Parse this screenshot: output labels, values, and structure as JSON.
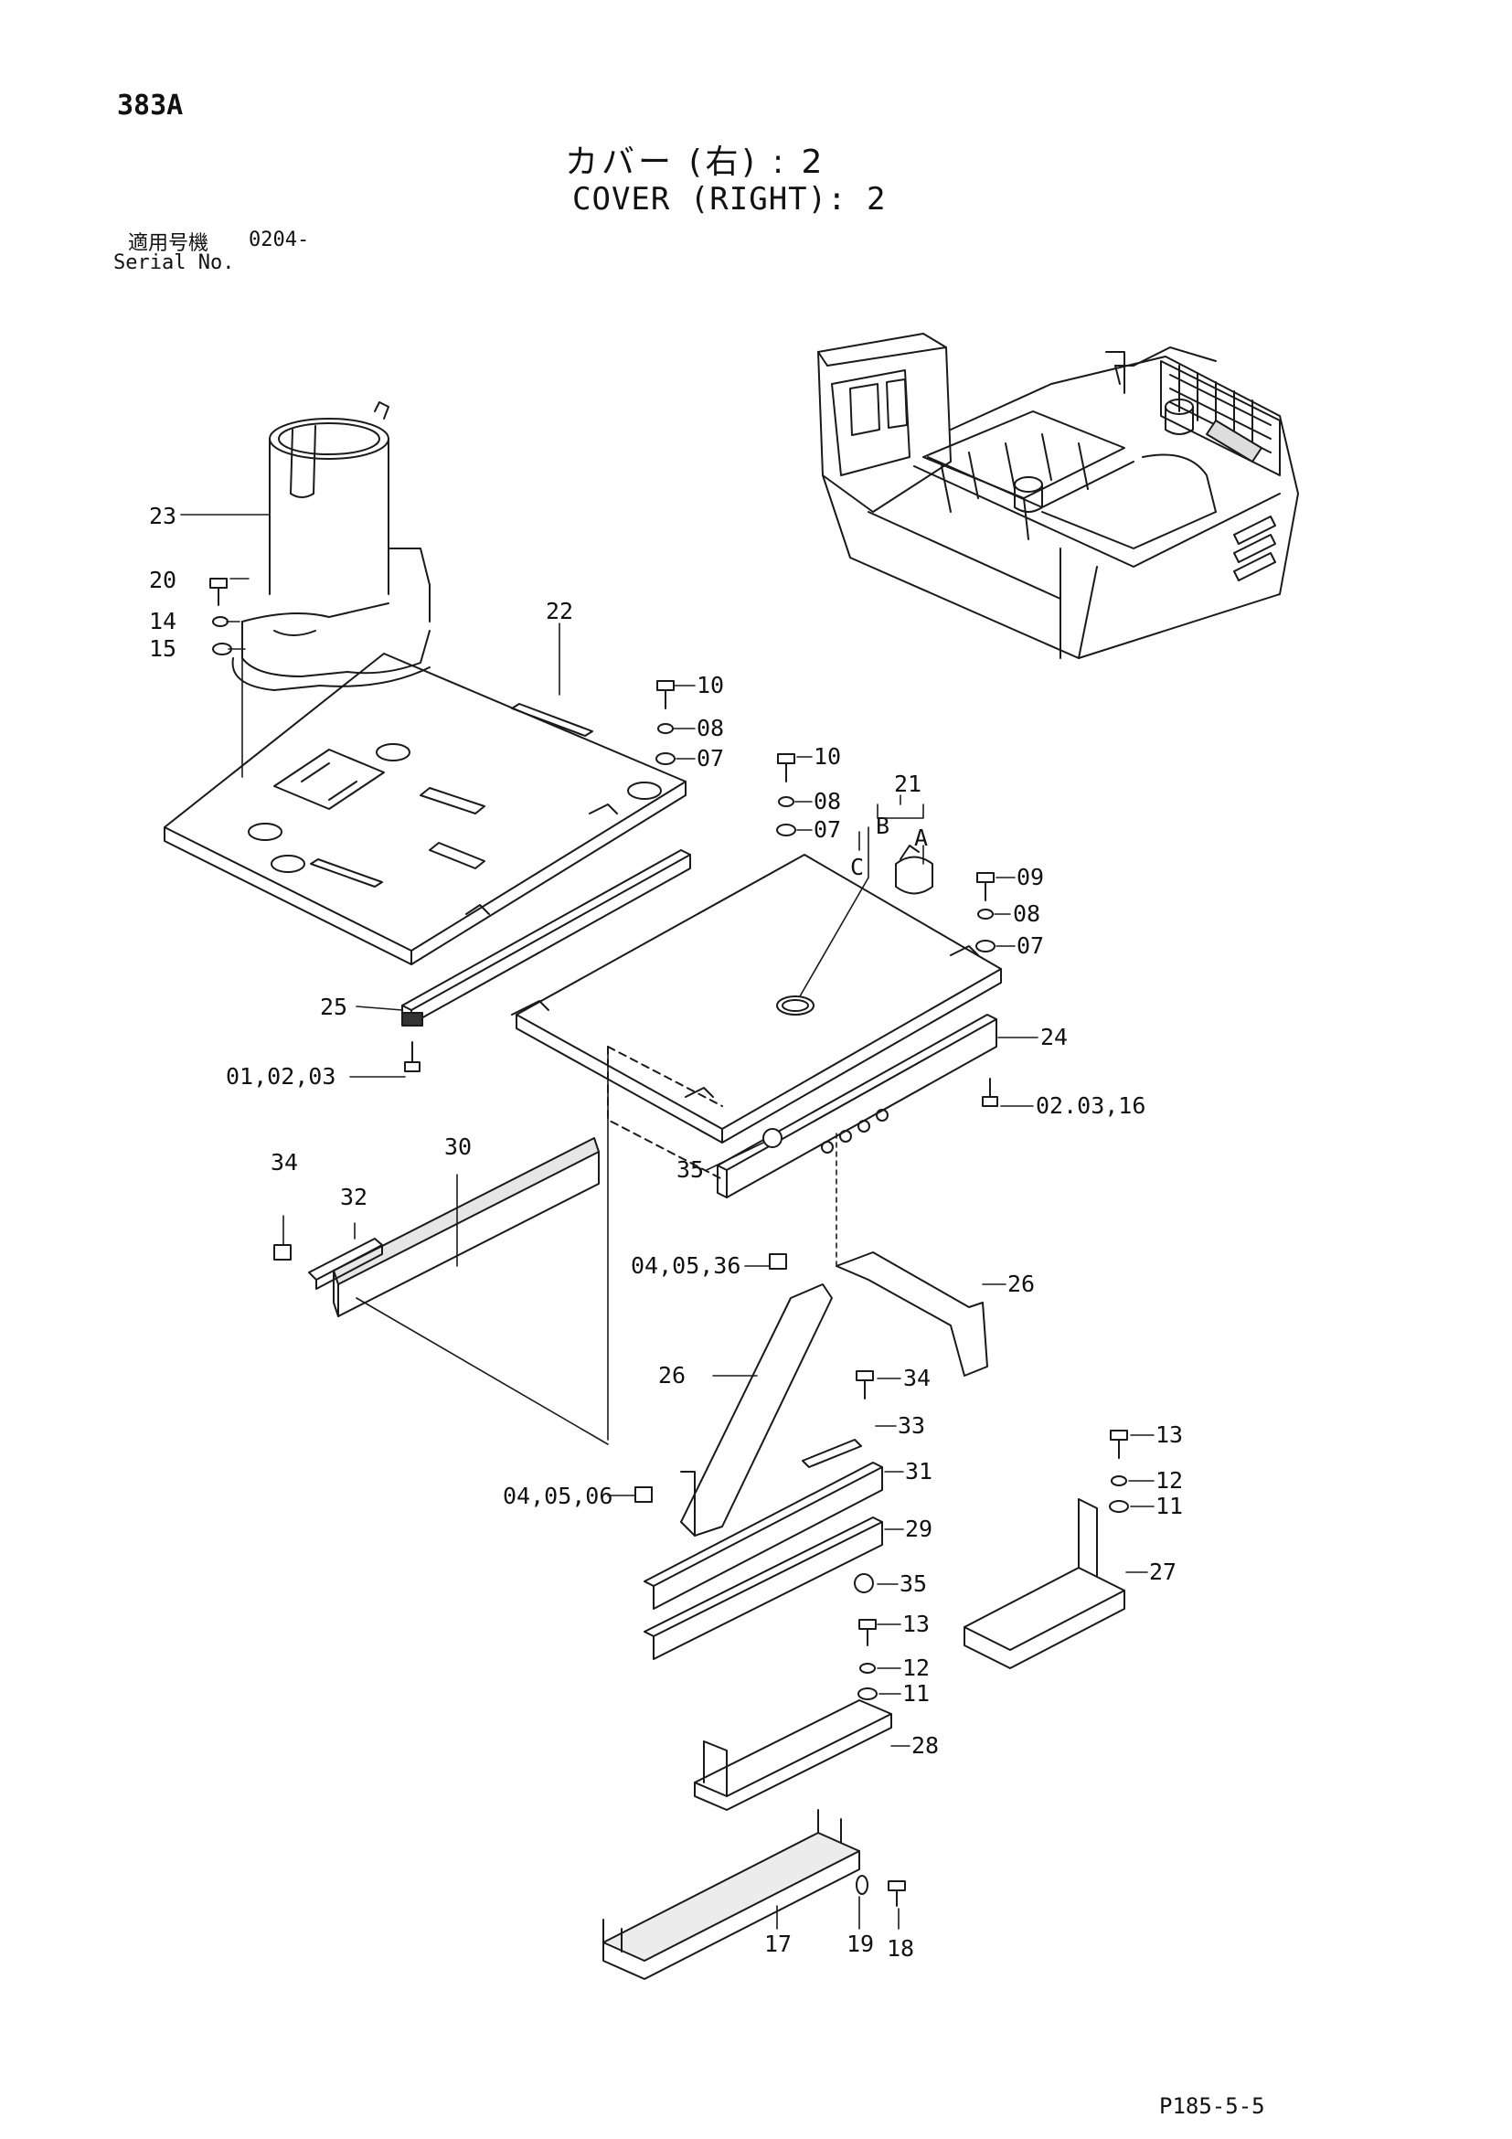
{
  "page_code": "383A",
  "title_jp": "カバー (右) : 2",
  "title_en": "COVER (RIGHT): 2",
  "serial_jp": "適用号機",
  "serial_value": "0204-",
  "serial_en": "Serial No.",
  "page_ref": "P185-5-5",
  "callouts": {
    "c23": "23",
    "c20": "20",
    "c14": "14",
    "c15": "15",
    "c22": "22",
    "c10a": "10",
    "c08a": "08",
    "c07a": "07",
    "c10b": "10",
    "c08b": "08",
    "c07b": "07",
    "c21": "21",
    "cA": "A",
    "cB": "B",
    "cC": "C",
    "c09": "09",
    "c08c": "08",
    "c07c": "07",
    "c25": "25",
    "c010203": "01,02,03",
    "c24": "24",
    "c020316": "02.03,16",
    "c35a": "35",
    "c34a": "34",
    "c32": "32",
    "c30": "30",
    "c040536": "04,05,36",
    "c26a": "26",
    "c26b": "26",
    "c34b": "34",
    "c33": "33",
    "c31": "31",
    "c040506": "04,05,06",
    "c29": "29",
    "c35b": "35",
    "c13a": "13",
    "c12a": "12",
    "c11a": "11",
    "c27": "27",
    "c13b": "13",
    "c12b": "12",
    "c11b": "11",
    "c28": "28",
    "c17": "17",
    "c19": "19",
    "c18": "18"
  }
}
